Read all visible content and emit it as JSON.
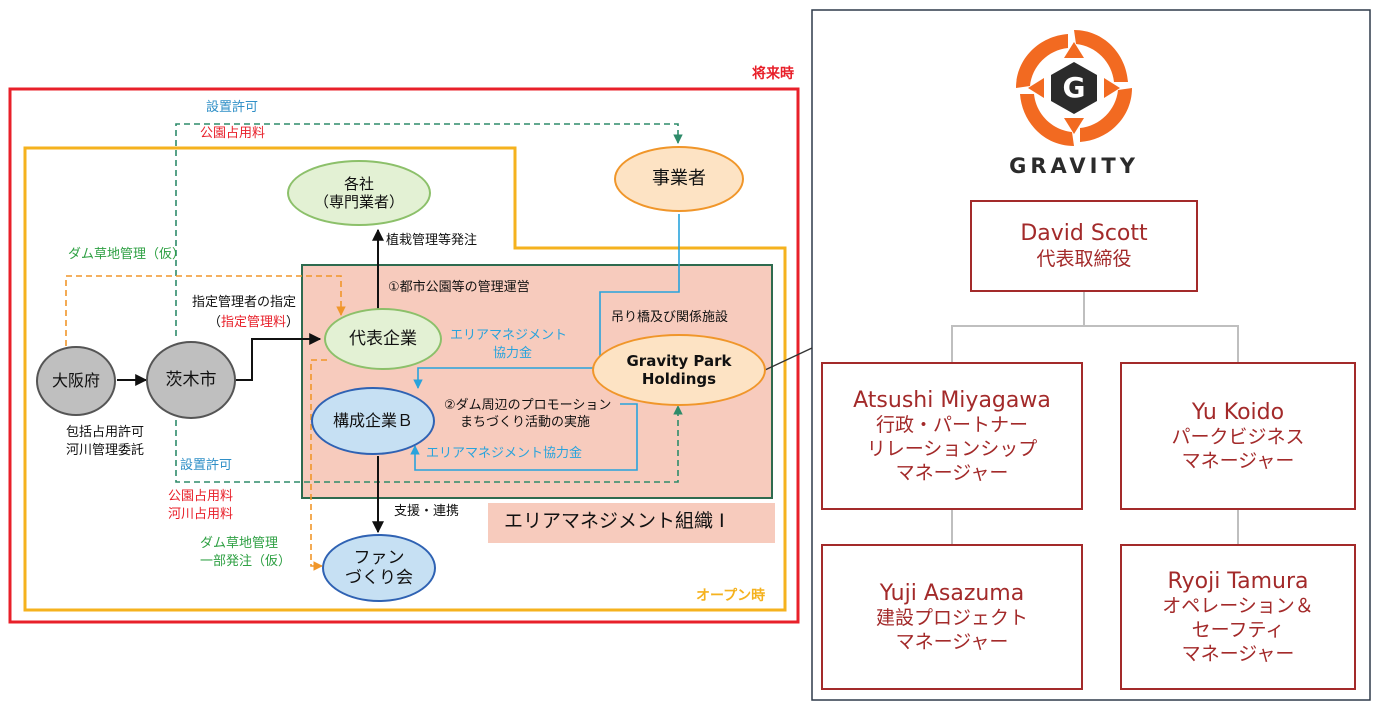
{
  "frames": {
    "future_label": "将来時",
    "open_label": "オープン時",
    "org_label": "エリアマネジメント組織 I"
  },
  "nodes": {
    "osaka": "大阪府",
    "ibaraki": "茨木市",
    "kakusha_l1": "各社",
    "kakusha_l2": "（専門業者）",
    "jigyosha": "事業者",
    "daihyo": "代表企業",
    "koseib": "構成企業Ｂ",
    "gp_l1": "Gravity Park",
    "gp_l2": "Holdings",
    "fan_l1": "ファン",
    "fan_l2": "づくり会"
  },
  "labels": {
    "secchi_top": "設置許可",
    "koen_top": "公園占用料",
    "dam_kari": "ダム草地管理（仮）",
    "shitei_l1": "指定管理者の指定",
    "shitei_open": "（",
    "shitei_red": "指定管理料",
    "shitei_close": "）",
    "hokatsu_l1": "包括占用許可",
    "hokatsu_l2": "河川管理委託",
    "secchi_bottom": "設置許可",
    "koen_bottom": "公園占用料",
    "kasen_bottom": "河川占用料",
    "dam_bubun_l1": "ダム草地管理",
    "dam_bubun_l2": "一部発注（仮）",
    "shokusai": "植栽管理等発注",
    "toshi_koen": "①都市公園等の管理運営",
    "tsuribashi": "吊り橋及び関係施設",
    "area_kyoryoku_l1": "エリアマネジメント",
    "area_kyoryoku_l2": "協力金",
    "dam_promo_l1": "②ダム周辺のプロモーション",
    "dam_promo_l2": "まちづくり活動の実施",
    "area_kyoryoku_b": "エリアマネジメント協力金",
    "shien": "支援・連携"
  },
  "logo": {
    "text": "GRAVITY",
    "letter": "G"
  },
  "org_chart": {
    "ceo": {
      "name": "David Scott",
      "role": "代表取締役"
    },
    "m1": {
      "name": "Atsushi Miyagawa",
      "role1": "行政・パートナー",
      "role2": "リレーションシップ",
      "role3": "マネージャー"
    },
    "m2": {
      "name": "Yu Koido",
      "role1": "パークビジネス",
      "role2": "マネージャー"
    },
    "m3": {
      "name": "Yuji Asazuma",
      "role1": "建設プロジェクト",
      "role2": "マネージャー"
    },
    "m4": {
      "name": "Ryoji Tamura",
      "role1": "オペレーション＆",
      "role2": "セーフティ",
      "role3": "マネージャー"
    }
  },
  "colors": {
    "red": "#e8202a",
    "orange": "#f5b21e",
    "teal": "#2e8b6a",
    "blue_line": "#29a3dc",
    "org_fill": "#f7cbbd",
    "dark_red": "#a32a2a",
    "logo_orange": "#f26a21"
  }
}
